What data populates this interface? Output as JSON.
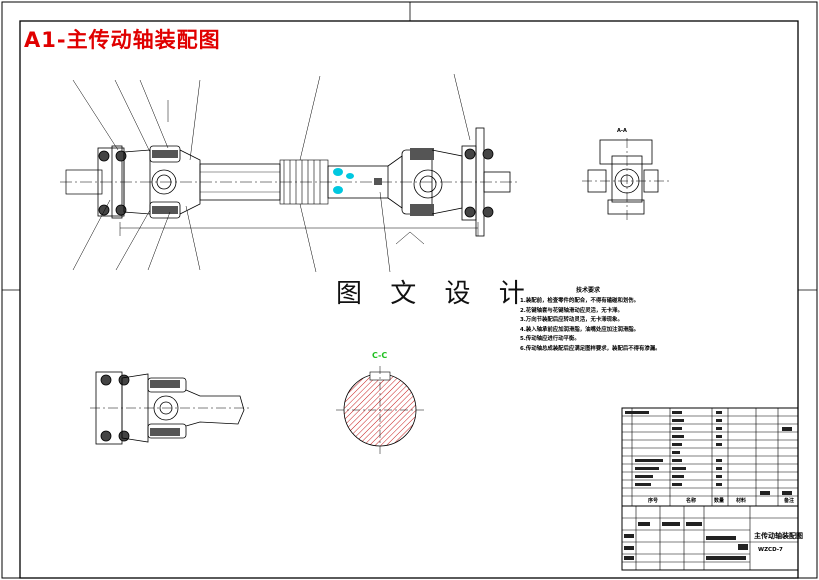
{
  "drawing": {
    "title": "A1-主传动轴装配图",
    "watermark": "图 文 设 计",
    "section_c_label": "C-C",
    "section_a_label": "A-A"
  },
  "tech_requirements": {
    "heading": "技术要求",
    "items": [
      "1.装配前，检查零件的配合，不得有磕碰和划伤。",
      "2.花键轴套与花键轴滑动应灵活，无卡滞。",
      "3.万向节装配后应转动灵活，无卡滞现象。",
      "4.装入轴承前应加润滑脂，油嘴处应加注润滑脂。",
      "5.传动轴应进行动平衡。",
      "6.传动轴总成装配后应满足图样要求，装配后不得有渗漏。"
    ]
  },
  "title_block": {
    "drawing_name": "主传动轴装配图",
    "drawing_code": "WZCD-7",
    "col_seq": "序号",
    "col_name": "名称",
    "col_qty": "数量",
    "col_material": "材料",
    "col_remark": "备注"
  },
  "colors": {
    "line": "#000000",
    "title_red": "#e00000",
    "highlight_cyan": "#00c8e0",
    "section_green": "#1fbf1f",
    "hatch_red": "#c81e1e"
  }
}
